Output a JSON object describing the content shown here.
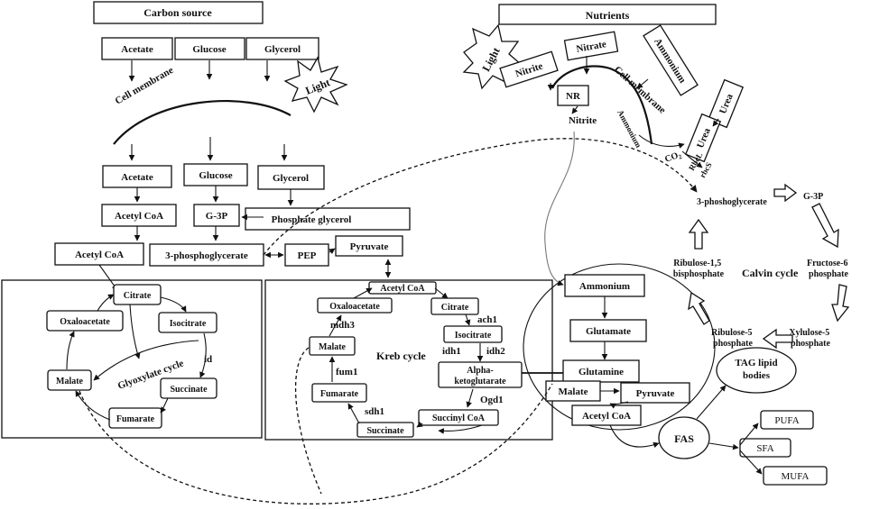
{
  "headers": {
    "carbon_source": "Carbon source",
    "nutrients": "Nutrients"
  },
  "carbon_inputs": {
    "acetate": "Acetate",
    "glucose": "Glucose",
    "glycerol": "Glycerol",
    "light": "Light",
    "cell_membrane": "Cell membrane"
  },
  "uptake": {
    "acetate": "Acetate",
    "glucose": "Glucose",
    "glycerol": "Glycerol",
    "acetyl_coa": "Acetyl CoA",
    "g3p": "G-3P",
    "phosphate_glycerol": "Phosphate glycerol",
    "acetyl_coa_2": "Acetyl CoA",
    "phosphoglycerate": "3-phosphoglycerate",
    "pep": "PEP",
    "pyruvate": "Pyruvate"
  },
  "glyoxylate": {
    "citrate": "Citrate",
    "oxaloacetate": "Oxaloacetate",
    "isocitrate": "Isocitrate",
    "malate": "Malate",
    "succinate": "Succinate",
    "fumarate": "Fumarate",
    "cycle_label": "Glyoxylate cycle",
    "id_label": "id"
  },
  "krebs": {
    "acetyl_coa": "Acetyl CoA",
    "oxaloacetate": "Oxaloacetate",
    "citrate": "Citrate",
    "mdh3": "mdh3",
    "ach1": "ach1",
    "malate": "Malate",
    "isocitrate": "Isocitrate",
    "cycle_label": "Kreb cycle",
    "idh1": "idh1",
    "idh2": "idh2",
    "fum1": "fum1",
    "alpha_1": "Alpha-",
    "alpha_2": "ketoglutarate",
    "fumarate": "Fumarate",
    "ogd1": "Ogd1",
    "sdh1": "sdh1",
    "succinyl_coa": "Succinyl CoA",
    "succinate": "Succinate"
  },
  "nutrients": {
    "light": "Light",
    "nitrite": "Nitrite",
    "nitrate": "Nitrate",
    "ammonium": "Ammonium",
    "cell_membrane": "Cell membrane",
    "nr": "NR",
    "nitrite_2": "Nitrite",
    "ammonium_2": "Ammonium",
    "urea": "Urea",
    "urea_2": "Urea",
    "co2": "CO",
    "co2_sub": "2",
    "rbcl": "RbcL",
    "rbcs": "rbcS"
  },
  "nitrogen": {
    "ammonium": "Ammonium",
    "glutamate": "Glutamate",
    "glutamine": "Glutamine",
    "malate": "Malate",
    "pyruvate": "Pyruvate",
    "acetyl_coa": "Acetyl CoA"
  },
  "calvin": {
    "phosphoglycerate": "3-phoshoglycerate",
    "g3p": "G-3P",
    "fructose_1": "Fructose-6",
    "fructose_2": "phosphate",
    "xylulose_1": "Xylulose-5",
    "xylulose_2": "phosphate",
    "ru5p_1": "Ribulose-5",
    "ru5p_2": "phosphate",
    "rubp_1": "Ribulose-1,5",
    "rubp_2": "bisphosphate",
    "cycle_label": "Calvin cycle"
  },
  "lipids": {
    "tag_1": "TAG lipid",
    "tag_2": "bodies",
    "fas": "FAS",
    "pufa": "PUFA",
    "sfa": "SFA",
    "mufa": "MUFA"
  }
}
